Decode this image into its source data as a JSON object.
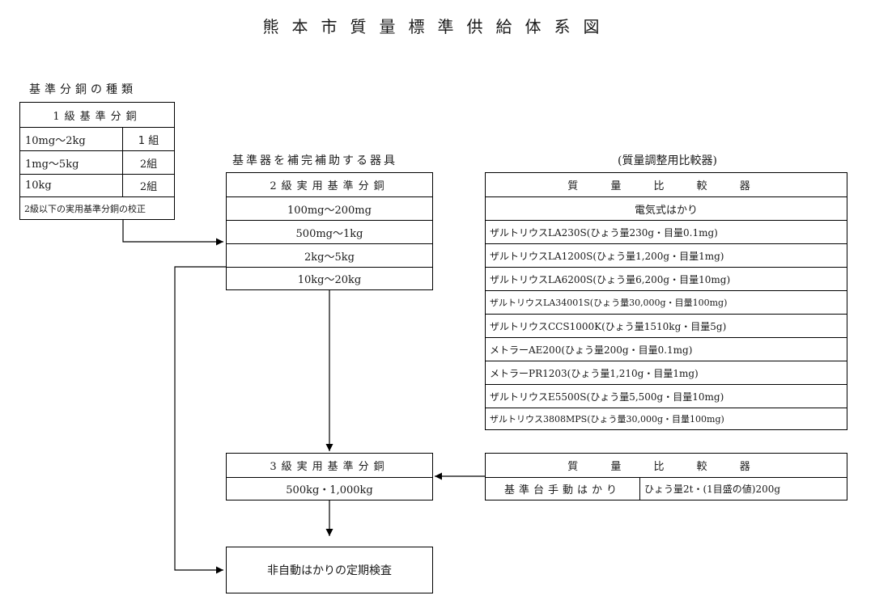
{
  "title": "熊本市質量標準供給体系図",
  "standard_weights_types": {
    "caption": "基準分銅の種類",
    "header": "1級基準分銅",
    "rows": [
      {
        "range": "10mg〜2kg",
        "qty": "1 組"
      },
      {
        "range": "1mg〜5kg",
        "qty": "2組"
      },
      {
        "range": "10kg",
        "qty": "2組"
      }
    ],
    "note": "2級以下の実用基準分銅の校正"
  },
  "grade2": {
    "caption": "基準器を補完補助する器具",
    "header": "2級実用基準分銅",
    "rows": [
      "100mg〜200mg",
      "500mg〜1kg",
      "2kg〜5kg",
      "10kg〜20kg"
    ]
  },
  "comparator": {
    "caption": "(質量調整用比較器)",
    "header": "質 量 比 較 器",
    "subheader": "電気式はかり",
    "rows": [
      "ザルトリウスLA230S(ひょう量230g・目量0.1mg)",
      "ザルトリウスLA1200S(ひょう量1,200g・目量1mg)",
      "ザルトリウスLA6200S(ひょう量6,200g・目量10mg)",
      "ザルトリウスLA34001S(ひょう量30,000g・目量100mg)",
      "ザルトリウスCCS1000K(ひょう量1510kg・目量5g)",
      "メトラーAE200(ひょう量200g・目量0.1mg)",
      "メトラーPR1203(ひょう量1,210g・目量1mg)",
      "ザルトリウスE5500S(ひょう量5,500g・目量10mg)",
      "ザルトリウス3808MPS(ひょう量30,000g・目量100mg)"
    ]
  },
  "grade3": {
    "header": "3級実用基準分銅",
    "row": "500kg・1,000kg"
  },
  "comparator2": {
    "header": "質 量 比 較 器",
    "left": "基準台手動はかり",
    "right": "ひょう量2t・(1目盛の値)200g"
  },
  "inspection": {
    "label": "非自動はかりの定期検査"
  }
}
